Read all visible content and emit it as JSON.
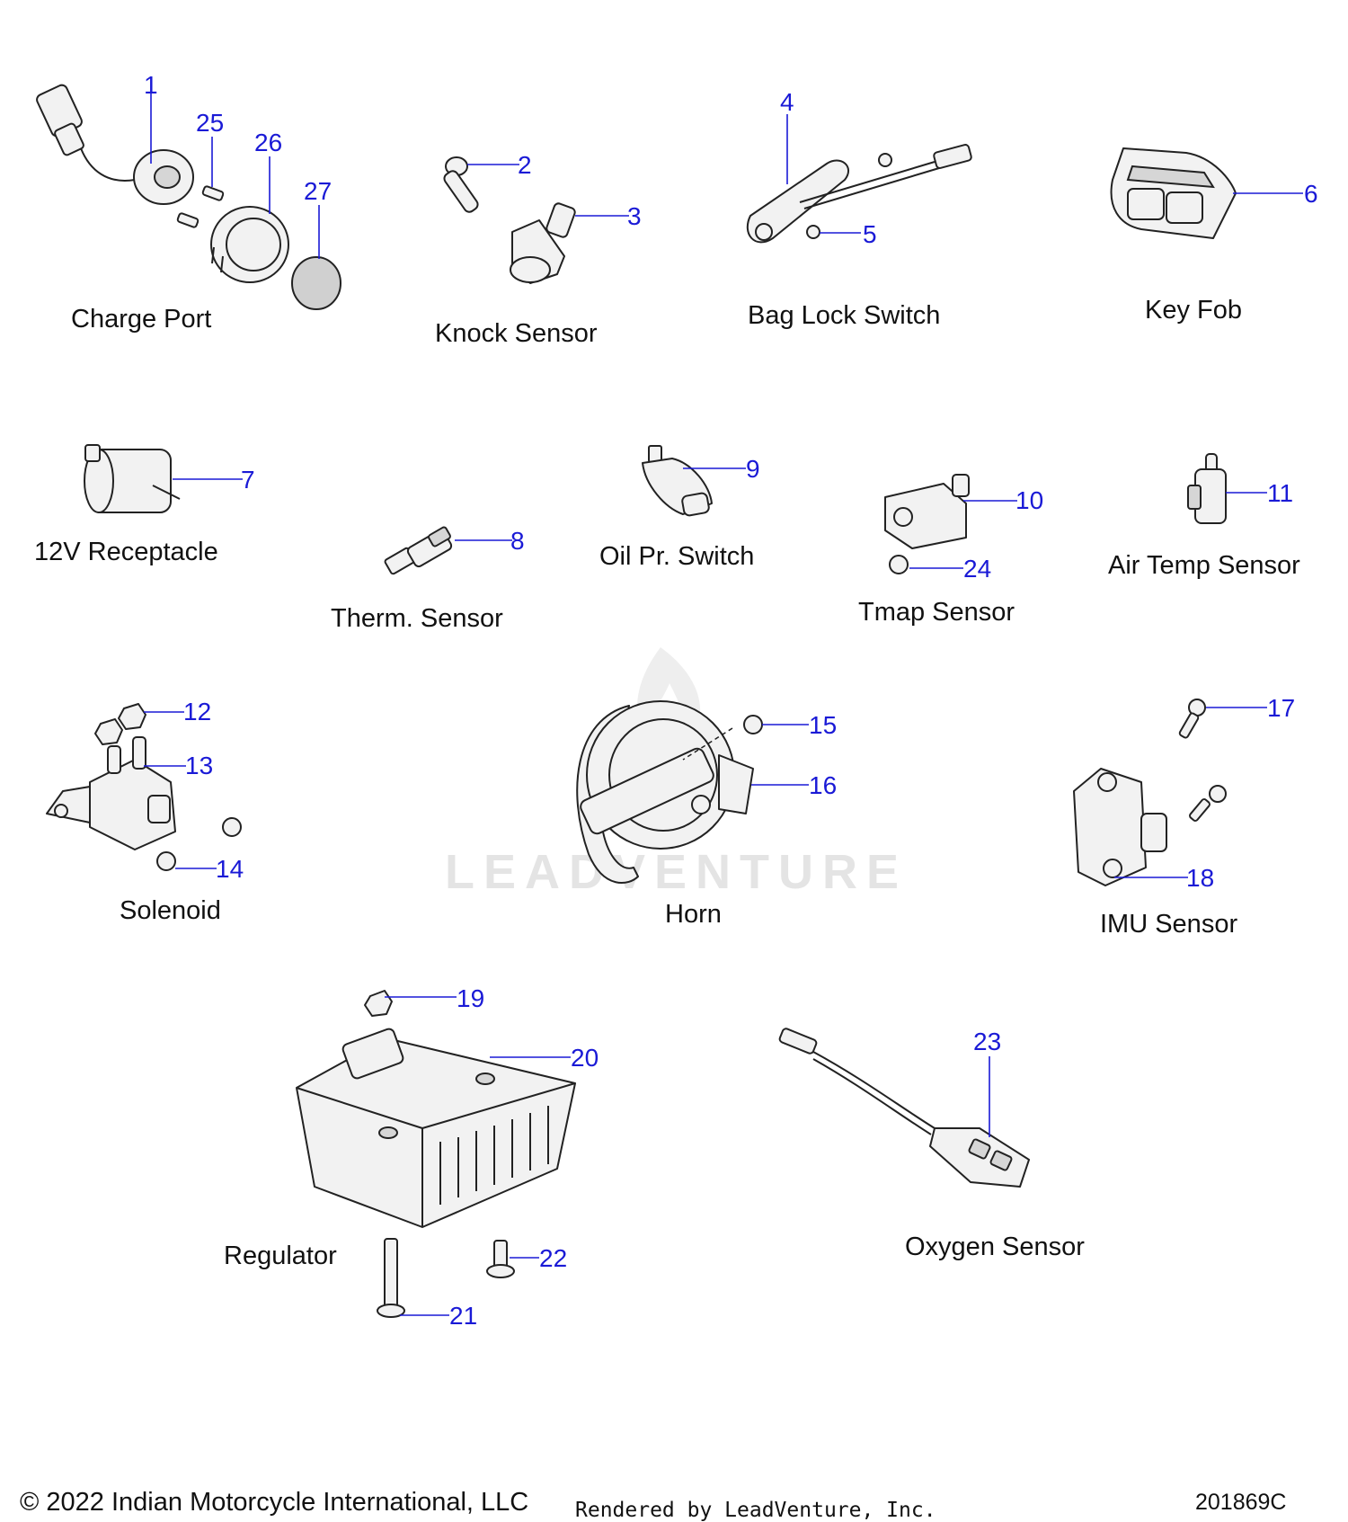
{
  "groups": {
    "charge_port": "Charge Port",
    "knock_sensor": "Knock Sensor",
    "bag_lock_switch": "Bag Lock Switch",
    "key_fob": "Key Fob",
    "receptacle": "12V Receptacle",
    "therm_sensor": "Therm. Sensor",
    "oil_switch": "Oil Pr. Switch",
    "tmap_sensor": "Tmap Sensor",
    "air_temp_sensor": "Air Temp Sensor",
    "solenoid": "Solenoid",
    "horn": "Horn",
    "imu_sensor": "IMU Sensor",
    "regulator": "Regulator",
    "oxygen_sensor": "Oxygen Sensor"
  },
  "callouts": {
    "c1": "1",
    "c2": "2",
    "c3": "3",
    "c4": "4",
    "c5": "5",
    "c6": "6",
    "c7": "7",
    "c8": "8",
    "c9": "9",
    "c10": "10",
    "c11": "11",
    "c12": "12",
    "c13": "13",
    "c14": "14",
    "c15": "15",
    "c16": "16",
    "c17": "17",
    "c18": "18",
    "c19": "19",
    "c20": "20",
    "c21": "21",
    "c22": "22",
    "c23": "23",
    "c24": "24",
    "c25": "25",
    "c26": "26",
    "c27": "27"
  },
  "watermark": "LEADVENTURE",
  "footer": {
    "copyright": "© 2022 Indian Motorcycle International, LLC",
    "rendered_by": "Rendered by LeadVenture, Inc.",
    "drawing_number": "201869C"
  },
  "colors": {
    "callout": "#1a1ad6",
    "text": "#111111",
    "watermark": "#e4e4e4"
  }
}
